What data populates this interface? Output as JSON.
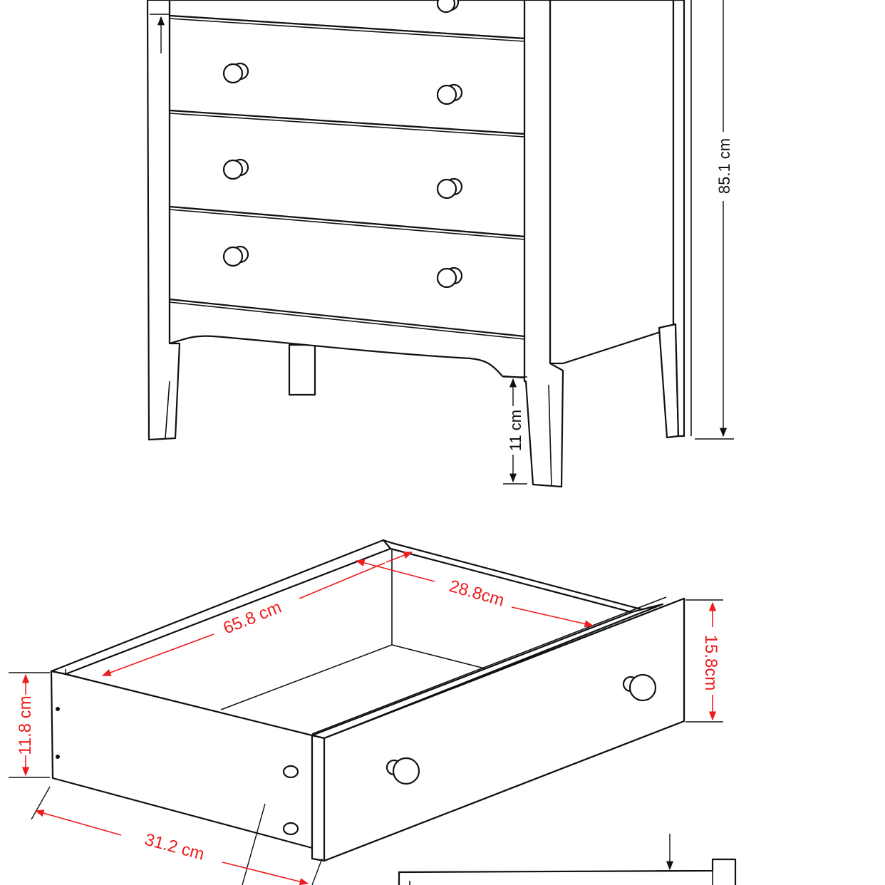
{
  "dimensions": {
    "total_height": "85.1 cm",
    "leg_height": "11 cm",
    "drawer_inner_length": "65.8 cm",
    "drawer_inner_width": "28.8cm",
    "drawer_front_height": "15.8cm",
    "drawer_side_height": "11.8 cm",
    "drawer_side_depth": "31.2 cm"
  },
  "colors": {
    "line": "#111111",
    "dimension_red": "#ee1c1c",
    "background": "#ffffff"
  }
}
